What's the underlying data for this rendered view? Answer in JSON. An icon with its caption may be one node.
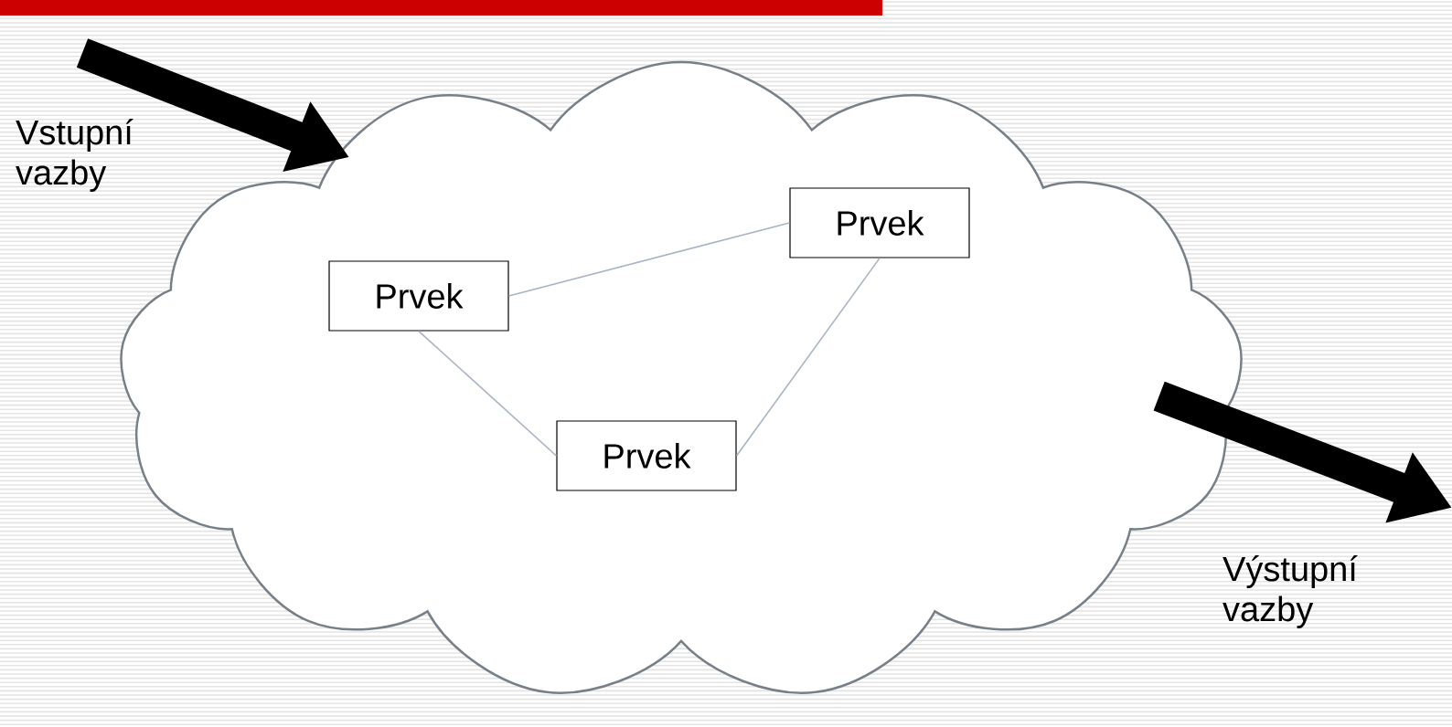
{
  "diagram": {
    "nodes": [
      {
        "text": [],
        "shape": "cloud"
      },
      {
        "text": [
          "Prvek"
        ],
        "in": 0
      },
      {
        "text": [
          "Prvek"
        ],
        "in": 0
      },
      {
        "text": [
          "Prvek"
        ],
        "in": 0
      }
    ],
    "edges": [
      {
        "from": null,
        "to": 0,
        "arrow": "to",
        "label": "Vstupní vazby",
        "style": "thick",
        "color": "#000000"
      },
      {
        "from": 1,
        "to": 2,
        "arrow": "none"
      },
      {
        "from": 1,
        "to": 3,
        "arrow": "none"
      },
      {
        "from": 3,
        "to": 2,
        "arrow": "none"
      },
      {
        "from": 0,
        "to": null,
        "arrow": "to",
        "label": "Výstupní vazby",
        "style": "thick",
        "color": "#000000"
      }
    ]
  }
}
